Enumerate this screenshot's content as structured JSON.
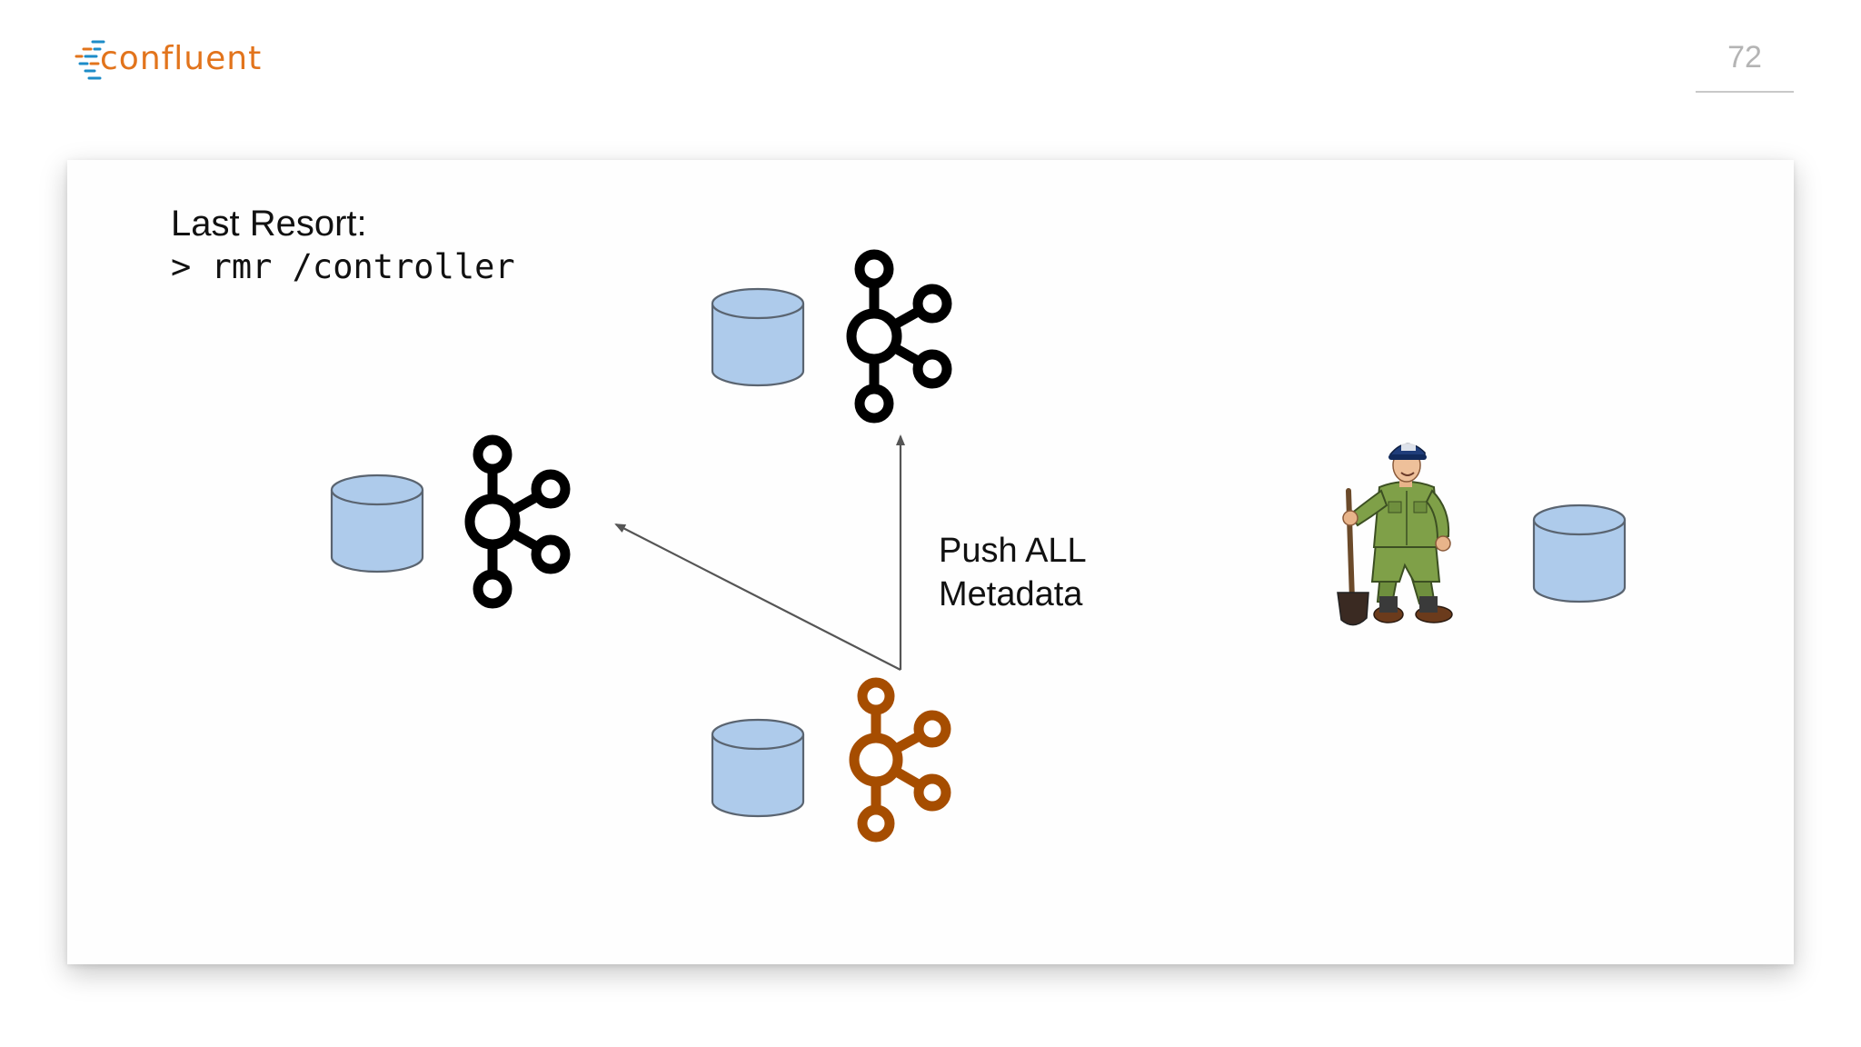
{
  "header": {
    "logo_text": "confluent",
    "page_number": "72"
  },
  "slide": {
    "title": "Last Resort:",
    "command": "> rmr /controller",
    "arrow_label_line1": "Push ALL",
    "arrow_label_line2": "Metadata"
  },
  "colors": {
    "logo_orange": "#e2741c",
    "logo_blue": "#1d8cc8",
    "cylinder_fill": "#aecbeb",
    "cylinder_stroke": "#5a6470",
    "broker_default": "#000000",
    "broker_controller": "#a64d00",
    "arrow": "#555555"
  },
  "icons": {
    "broker": "kafka-broker-icon",
    "storage": "database-cylinder-icon",
    "zookeeper": "zookeeper-keeper-icon"
  }
}
